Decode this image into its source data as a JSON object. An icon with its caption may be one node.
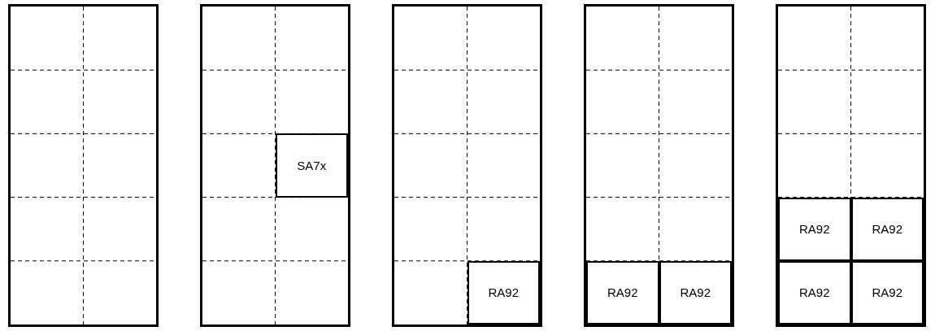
{
  "diagram": {
    "nodes": [
      {
        "text": [],
        "shape": "box"
      },
      {
        "text": [],
        "shape": "box"
      },
      {
        "text": [
          "SA7x"
        ],
        "in": 1
      },
      {
        "text": [],
        "shape": "box"
      },
      {
        "text": [
          "RA92"
        ],
        "in": 3
      },
      {
        "text": [],
        "shape": "box"
      },
      {
        "text": [
          "RA92"
        ],
        "in": 5
      },
      {
        "text": [
          "RA92"
        ],
        "in": 5
      },
      {
        "text": [],
        "shape": "box"
      },
      {
        "text": [
          "RA92"
        ],
        "in": 8
      },
      {
        "text": [
          "RA92"
        ],
        "in": 8
      },
      {
        "text": [
          "RA92"
        ],
        "in": 8
      },
      {
        "text": [
          "RA92"
        ],
        "in": 8
      }
    ],
    "edges": []
  }
}
